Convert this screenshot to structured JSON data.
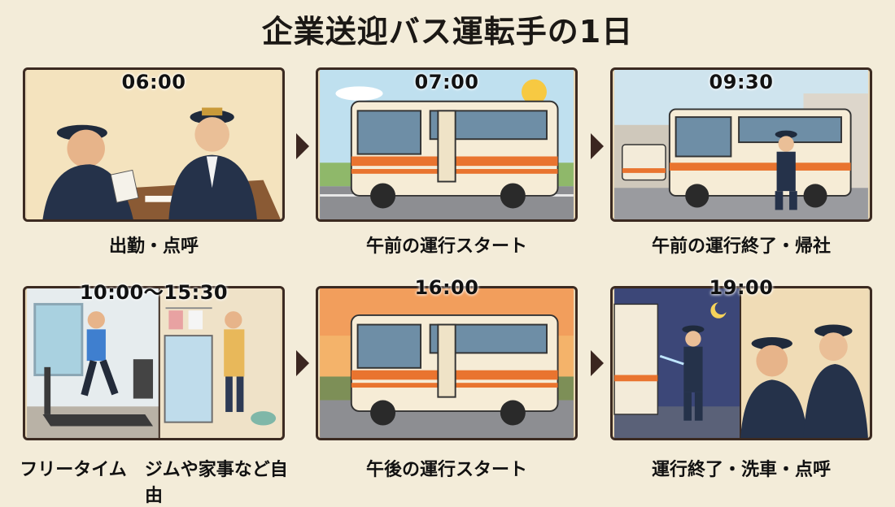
{
  "title": "企業送迎バス運転手の1日",
  "steps": [
    {
      "time": "06:00",
      "caption": "出勤・点呼"
    },
    {
      "time": "07:00",
      "caption": "午前の運行スタート"
    },
    {
      "time": "09:30",
      "caption": "午前の運行終了・帰社"
    },
    {
      "time": "10:00〜15:30",
      "caption": "フリータイム　ジムや家事など自由"
    },
    {
      "time": "16:00",
      "caption": "午後の運行スタート"
    },
    {
      "time": "19:00",
      "caption": "運行終了・洗車・点呼"
    }
  ],
  "colors": {
    "background": "#f3ecd9",
    "panel_border": "#3b2a21",
    "bus_orange": "#e9742f",
    "bus_cream": "#f6ecd6"
  }
}
